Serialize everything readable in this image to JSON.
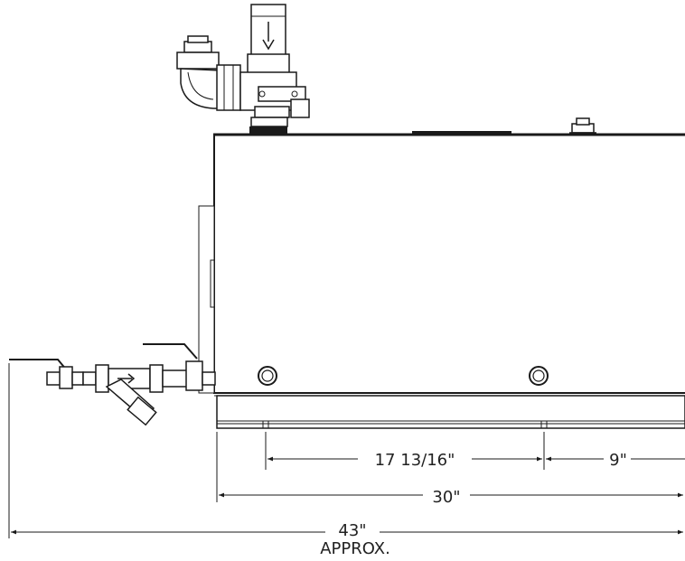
{
  "dimensions": {
    "spacing_label": "17 13/16\"",
    "offset_label": "9\"",
    "width_label": "30\"",
    "overall_label": "43\"",
    "overall_note": "APPROX."
  },
  "colors": {
    "line": "#1a1a1a",
    "background": "#ffffff"
  }
}
